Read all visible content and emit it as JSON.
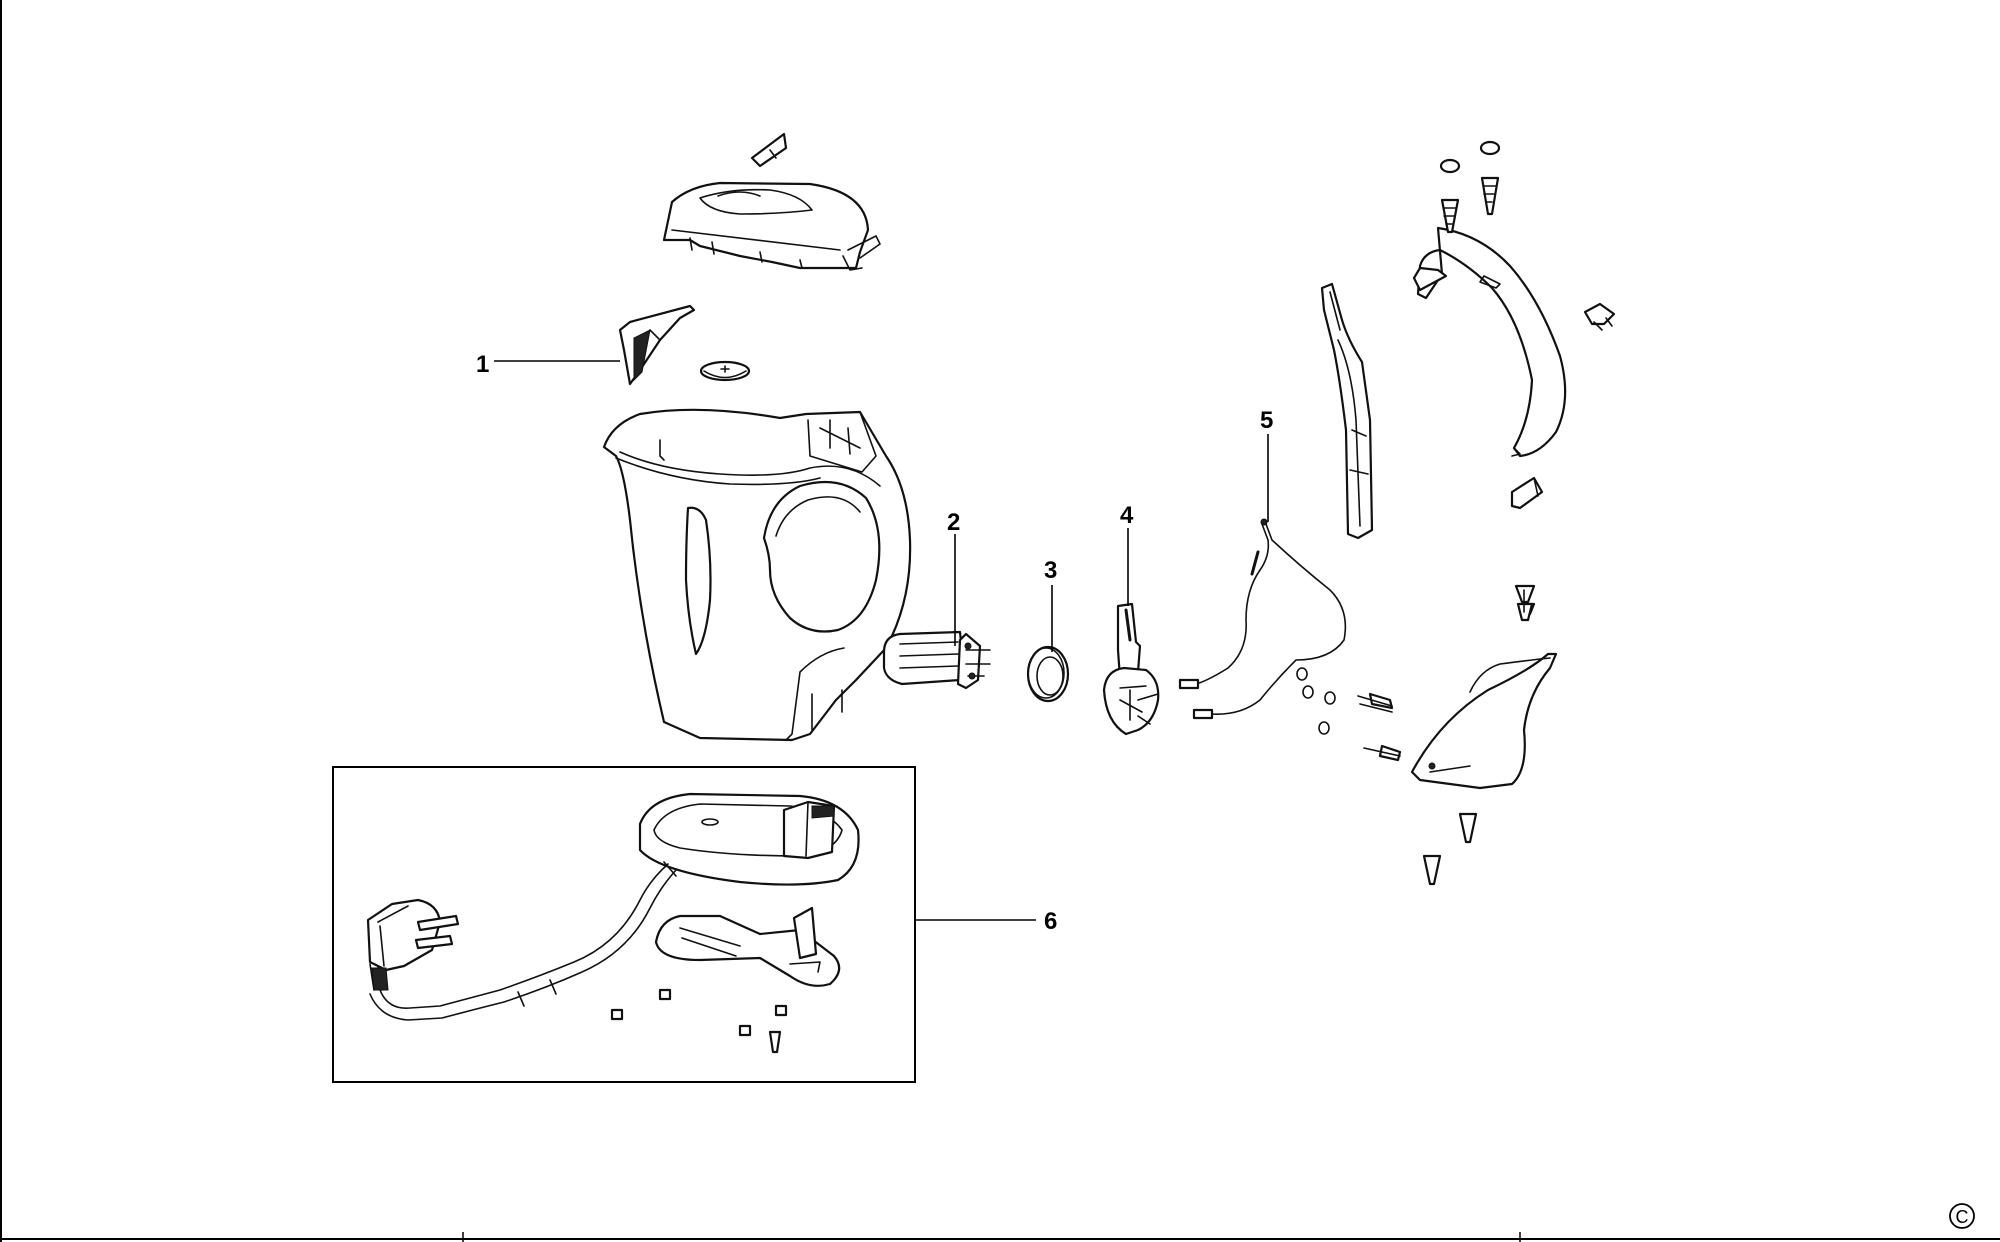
{
  "diagram": {
    "callouts": [
      {
        "id": "1",
        "text": "1"
      },
      {
        "id": "2",
        "text": "2"
      },
      {
        "id": "3",
        "text": "3"
      },
      {
        "id": "4",
        "text": "4"
      },
      {
        "id": "5",
        "text": "5"
      },
      {
        "id": "6",
        "text": "6"
      }
    ],
    "copyright_symbol": "C"
  }
}
